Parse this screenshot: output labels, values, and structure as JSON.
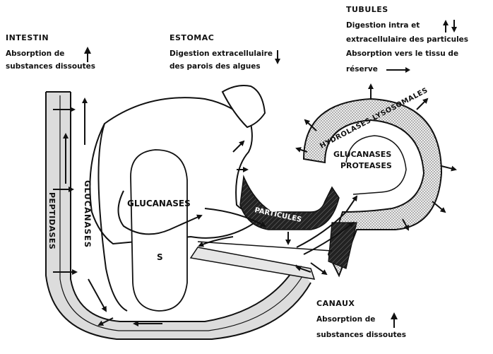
{
  "intestin": {
    "title": "INTESTIN",
    "line1": "Absorption de",
    "line2": "substances dissoutes"
  },
  "estomac": {
    "title": "ESTOMAC",
    "line1": "Digestion extracellulaire",
    "line2": "des parois des algues"
  },
  "tubules": {
    "title": "TUBULES",
    "line1": "Digestion intra et",
    "line2": "extracellulaire des particules",
    "line3": "Absorption vers le tissu de",
    "line4": "réserve"
  },
  "canaux": {
    "title": "CANAUX",
    "line1": "Absorption de",
    "line2": "substances dissoutes"
  },
  "diagram_labels": {
    "glucanases_stomach": "GLUCANASES",
    "s": "S",
    "glucanases_intestine": "GLUCANASES",
    "peptidases": "PEPTIDASES",
    "particules": "PARTICULES",
    "hydrolases": "HYDROLASES LYSOSOMALES",
    "glucanases_tubule": "GLUCANASES",
    "proteases": "PROTEASES"
  }
}
